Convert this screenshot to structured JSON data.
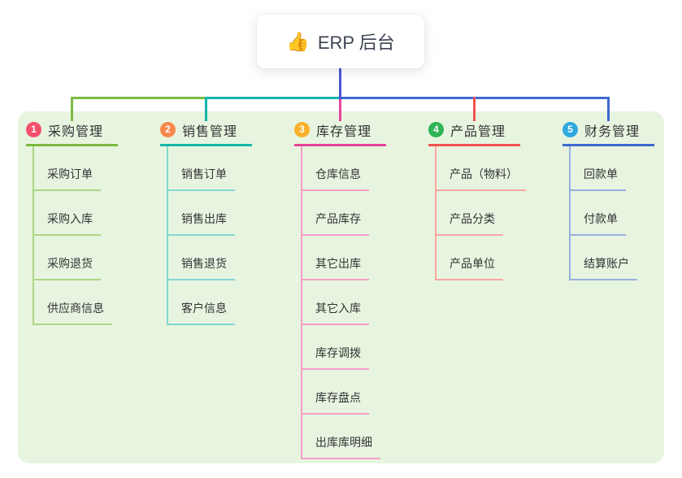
{
  "root": {
    "label": "ERP 后台",
    "emoji": "👍",
    "icon": "thumbs-up-icon"
  },
  "colors": {
    "page_background": "#ffffff",
    "panel_background": "#e7f5e0",
    "root_text": "#3c4353",
    "node_text": "#333333",
    "root_connector": "#4a54d4"
  },
  "branches": [
    {
      "num": "1",
      "title": "采购管理",
      "circle_color": "#f4506c",
      "line_color": "#7cba41",
      "child_line_color": "#aed584",
      "children": [
        "采购订单",
        "采购入库",
        "采购退货",
        "供应商信息"
      ]
    },
    {
      "num": "2",
      "title": "销售管理",
      "circle_color": "#f8874b",
      "line_color": "#14b6ab",
      "child_line_color": "#82d8d0",
      "children": [
        "销售订单",
        "销售出库",
        "销售退货",
        "客户信息"
      ]
    },
    {
      "num": "3",
      "title": "库存管理",
      "circle_color": "#f9b02a",
      "line_color": "#e8439a",
      "child_line_color": "#f49fc8",
      "children": [
        "仓库信息",
        "产品库存",
        "其它出库",
        "其它入库",
        "库存调拨",
        "库存盘点",
        "出库库明细"
      ]
    },
    {
      "num": "4",
      "title": "产品管理",
      "circle_color": "#2eb454",
      "line_color": "#f25350",
      "child_line_color": "#f9a6a3",
      "children": [
        "产品（物料）",
        "产品分类",
        "产品单位"
      ]
    },
    {
      "num": "5",
      "title": "财务管理",
      "circle_color": "#2ea9e0",
      "line_color": "#3f68d1",
      "child_line_color": "#97afdf",
      "children": [
        "回款单",
        "付款单",
        "结算账户"
      ]
    }
  ]
}
